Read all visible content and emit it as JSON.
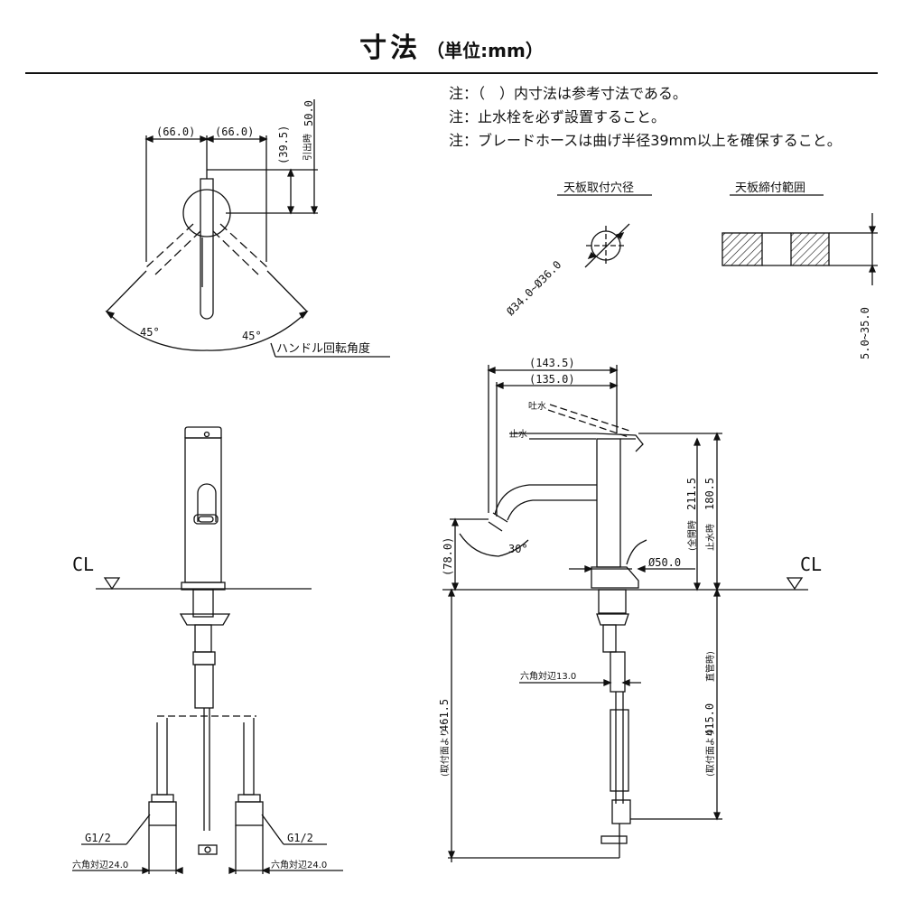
{
  "title": {
    "main": "寸法",
    "sub": "（単位:mm）"
  },
  "notes": [
    "注：（　）内寸法は参考寸法である。",
    "注：止水栓を必ず設置すること。",
    "注：ブレードホースは曲げ半径39mm以上を確保すること。"
  ],
  "top_view": {
    "dim_left": "(66.0)",
    "dim_right": "(66.0)",
    "dim_stop": "(39.5)",
    "dim_open": "50.0",
    "open_note": "引出時",
    "angle_left": "45°",
    "angle_right": "45°",
    "rotation_label": "ハンドル回転角度"
  },
  "hole": {
    "title": "天板取付穴径",
    "dim": "Ø34.0~Ø36.0"
  },
  "counter": {
    "title": "天板締付範囲",
    "dim": "5.0~35.0"
  },
  "side_view": {
    "dim_top1": "(143.5)",
    "dim_top2": "(135.0)",
    "label_spout": "吐水",
    "label_stop": "止水",
    "dim_full_open": "211.5",
    "full_open_note": "(全開時",
    "dim_stop": "180.5",
    "stop_note": "止水時",
    "dim_height": "(78.0)",
    "angle": "30°",
    "dim_base": "Ø50.0",
    "cl": "CL",
    "hex_label": "六角対辺13.0",
    "dim_total": "461.5",
    "total_note": "(取付面より",
    "dim_pipe": "415.0",
    "pipe_note1": "(取付面より",
    "pipe_note2": "直管時)"
  },
  "front_view": {
    "cl": "CL",
    "g_left": "G1/2",
    "g_right": "G1/2",
    "hex_left": "六角対辺24.0",
    "hex_right": "六角対辺24.0"
  }
}
